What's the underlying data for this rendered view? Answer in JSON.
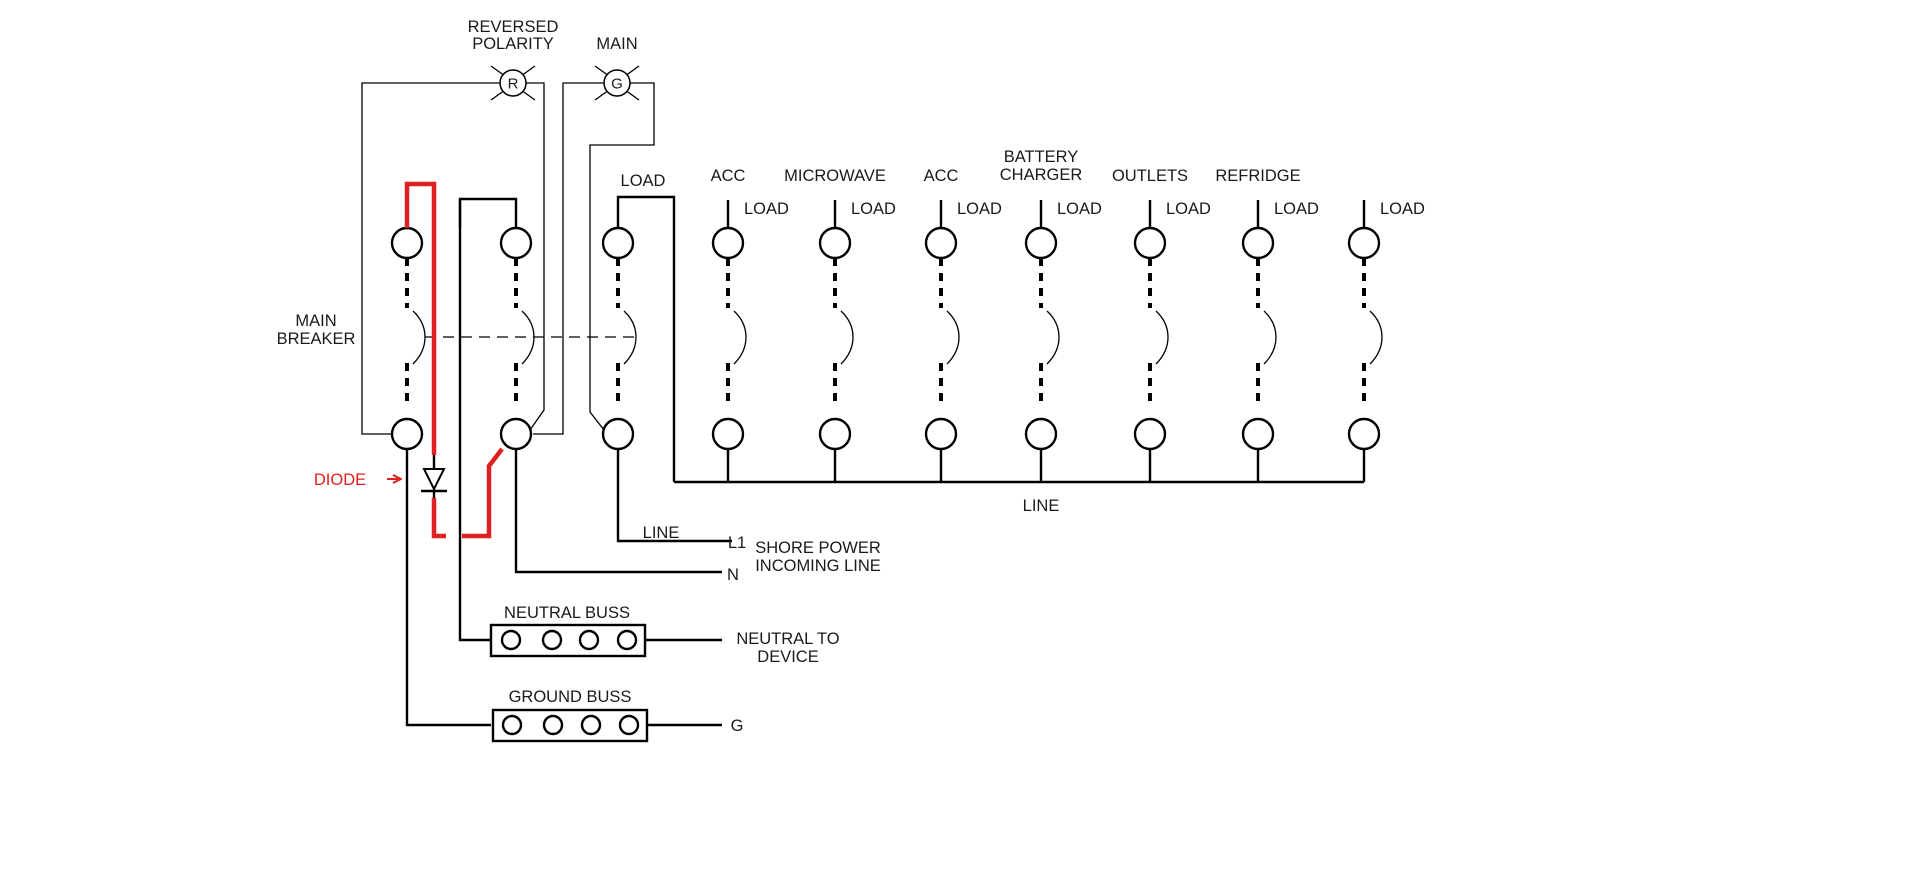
{
  "lamps": {
    "reversed_polarity": {
      "label_line1": "REVERSED",
      "label_line2": "POLARITY",
      "letter": "R"
    },
    "main": {
      "label": "MAIN",
      "letter": "G"
    }
  },
  "main_breaker": {
    "line1": "MAIN",
    "line2": "BREAKER",
    "load_label": "LOAD"
  },
  "diode_label": "DIODE",
  "branch_titles": [
    "ACC",
    "MICROWAVE",
    "ACC",
    "BATTERY|CHARGER",
    "OUTLETS",
    "REFRIDGE"
  ],
  "load_label": "LOAD",
  "line_bus_label": "LINE",
  "shore_power": {
    "line_label": "LINE",
    "l1": "L1",
    "n": "N",
    "title_line1": "SHORE POWER",
    "title_line2": "INCOMING LINE"
  },
  "neutral_buss": {
    "label": "NEUTRAL BUSS",
    "out_line1": "NEUTRAL TO",
    "out_line2": "DEVICE"
  },
  "ground_buss": {
    "label": "GROUND BUSS",
    "out": "G"
  },
  "colors": {
    "wire": "#000000",
    "highlight": "#e02020"
  }
}
